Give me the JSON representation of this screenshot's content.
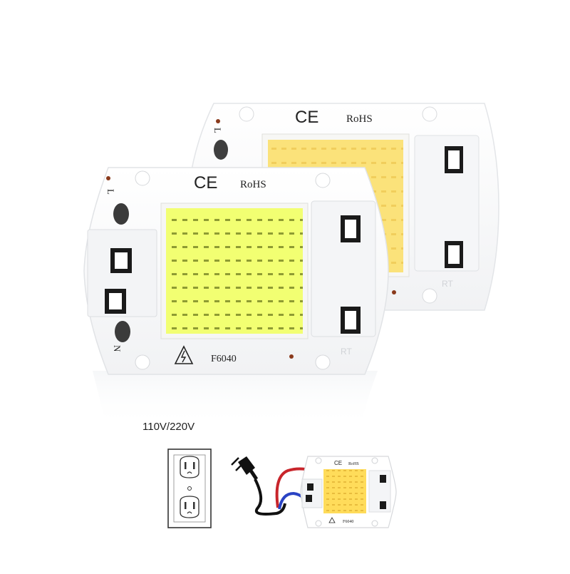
{
  "product_image": {
    "back_board": {
      "ce_mark": "CE",
      "rohs_mark": "RoHS",
      "pin_left_top": "L",
      "rt_mark": "RT",
      "led_color": "#fbe27a"
    },
    "front_board": {
      "ce_mark": "CE",
      "rohs_mark": "RoHS",
      "pin_left_top": "L",
      "pin_left_bottom": "N",
      "model": "F6040",
      "rt_mark": "RT",
      "led_color": "#f2ff72"
    }
  },
  "wiring_diagram": {
    "voltage": "110V/220V",
    "mini_board": {
      "ce_mark": "CE",
      "rohs_mark": "RoHS",
      "model": "F6040",
      "led_color": "#ffdc5a"
    },
    "wire_colors": {
      "live": "#c8252b",
      "neutral": "#2a43c4",
      "cable": "#111111"
    }
  },
  "icons": [
    "warning-triangle-icon",
    "wall-outlet-icon",
    "power-plug-icon"
  ]
}
